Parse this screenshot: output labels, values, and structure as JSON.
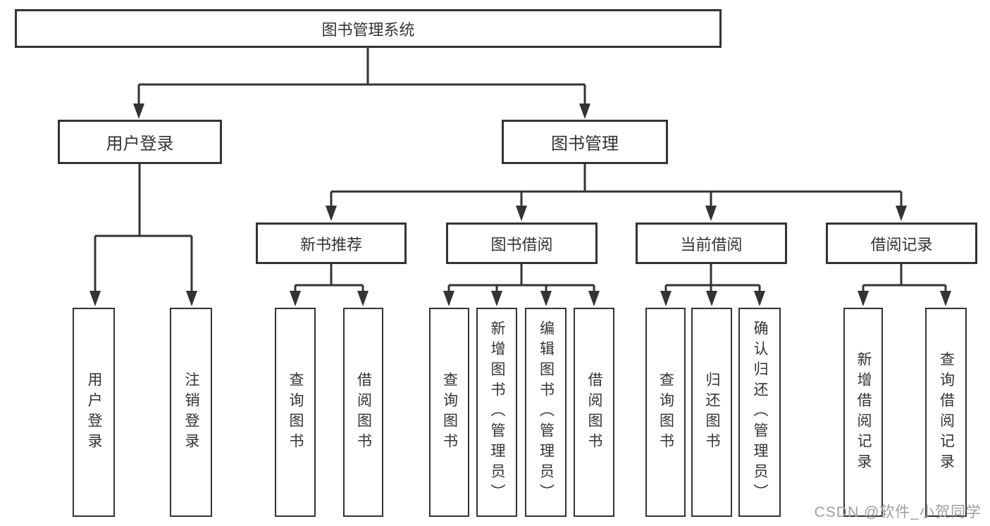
{
  "tree": {
    "label": "图书管理系统",
    "children": [
      {
        "label": "用户登录",
        "children": [
          {
            "label": "用户登录"
          },
          {
            "label": "注销登录"
          }
        ]
      },
      {
        "label": "图书管理",
        "children": [
          {
            "label": "新书推荐",
            "children": [
              {
                "label": "查询图书"
              },
              {
                "label": "借阅图书"
              }
            ]
          },
          {
            "label": "图书借阅",
            "children": [
              {
                "label": "查询图书"
              },
              {
                "label": "新增图书（管理员）"
              },
              {
                "label": "编辑图书（管理员）"
              },
              {
                "label": "借阅图书"
              }
            ]
          },
          {
            "label": "当前借阅",
            "children": [
              {
                "label": "查询图书"
              },
              {
                "label": "归还图书"
              },
              {
                "label": "确认归还（管理员）"
              }
            ]
          },
          {
            "label": "借阅记录",
            "children": [
              {
                "label": "新增借阅记录"
              },
              {
                "label": "查询借阅记录"
              }
            ]
          }
        ]
      }
    ]
  },
  "watermark": {
    "text": "CSDN @软件_小贺同学"
  },
  "colors": {
    "line": "#333333",
    "box_border": "#333333",
    "box_background": "#ffffff",
    "text": "#333333",
    "watermark": "#9e9e9e",
    "background": "#ffffff"
  }
}
